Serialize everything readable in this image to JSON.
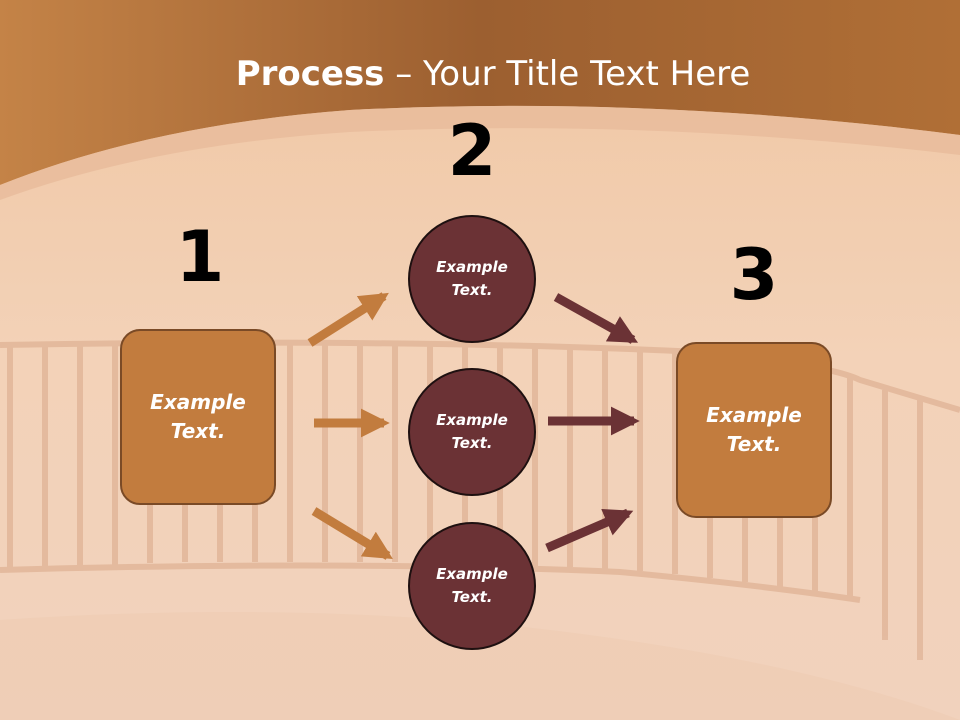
{
  "title": {
    "bold": "Process",
    "rest": " – Your Title Text Here"
  },
  "steps": {
    "one": {
      "number": "1",
      "label": "Example\nText."
    },
    "two": {
      "number": "2",
      "items": [
        {
          "label": "Example\nText."
        },
        {
          "label": "Example\nText."
        },
        {
          "label": "Example\nText."
        }
      ]
    },
    "three": {
      "number": "3",
      "label": "Example\nText."
    }
  },
  "colors": {
    "header": "#a8642e",
    "box_fill": "#c27c3e",
    "circle_fill": "#6b3235",
    "arrow_in": "#c27c3e",
    "arrow_out": "#6b3235"
  }
}
